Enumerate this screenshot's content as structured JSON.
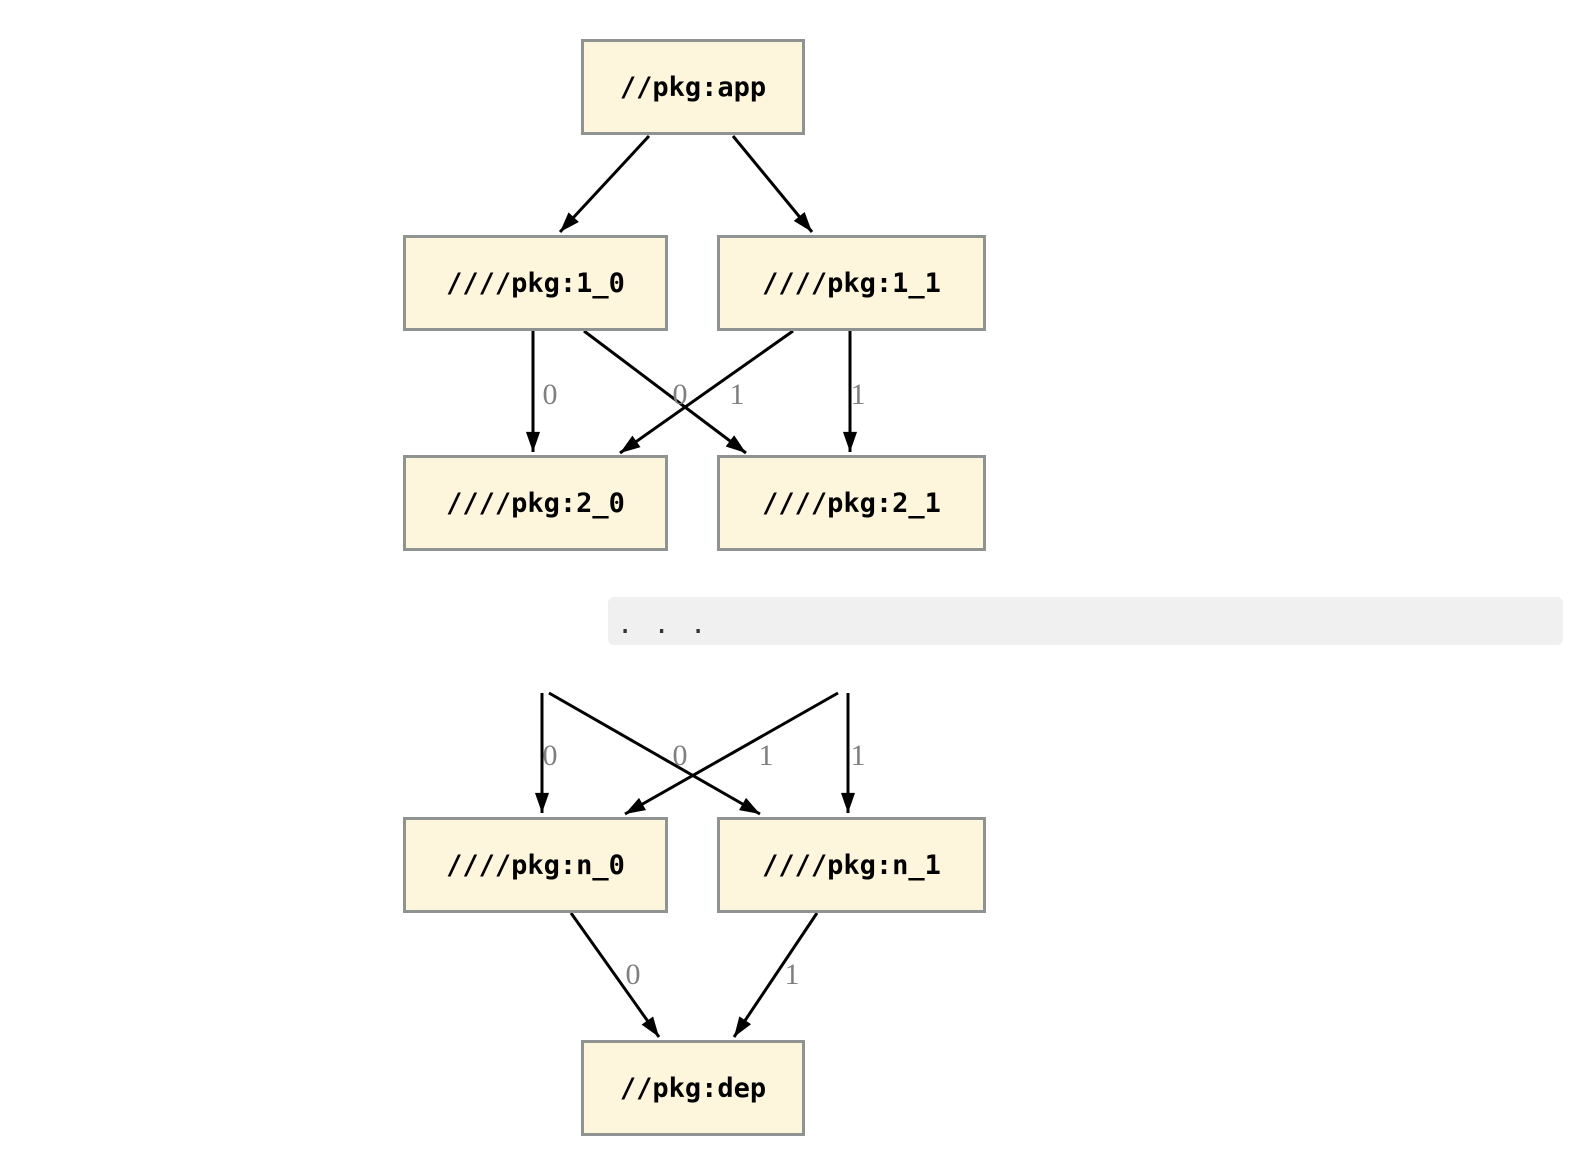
{
  "diagram": {
    "type": "dependency-graph",
    "nodes": [
      {
        "id": "app",
        "label": "//pkg:app"
      },
      {
        "id": "1_0",
        "label": "////pkg:1_0"
      },
      {
        "id": "1_1",
        "label": "////pkg:1_1"
      },
      {
        "id": "2_0",
        "label": "////pkg:2_0"
      },
      {
        "id": "2_1",
        "label": "////pkg:2_1"
      },
      {
        "id": "n_0",
        "label": "////pkg:n_0"
      },
      {
        "id": "n_1",
        "label": "////pkg:n_1"
      },
      {
        "id": "dep",
        "label": "//pkg:dep"
      }
    ],
    "ellipsis": ". . .",
    "edges": [
      {
        "from": "app",
        "to": "1_0",
        "label": ""
      },
      {
        "from": "app",
        "to": "1_1",
        "label": ""
      },
      {
        "from": "1_0",
        "to": "2_0",
        "label": "0"
      },
      {
        "from": "1_0",
        "to": "2_1",
        "label": "1"
      },
      {
        "from": "1_1",
        "to": "2_0",
        "label": "0"
      },
      {
        "from": "1_1",
        "to": "2_1",
        "label": "1"
      },
      {
        "from": "ellipsis",
        "to": "n_0",
        "label": "0"
      },
      {
        "from": "ellipsis",
        "to": "n_1",
        "label": "1"
      },
      {
        "from": "ellipsis",
        "to": "n_0",
        "label": "0"
      },
      {
        "from": "ellipsis",
        "to": "n_1",
        "label": "1"
      },
      {
        "from": "n_0",
        "to": "dep",
        "label": "0"
      },
      {
        "from": "n_1",
        "to": "dep",
        "label": "1"
      }
    ]
  },
  "colors": {
    "background": "#ffffff",
    "node_fill": "#fdf5dc",
    "node_border": "#8f9391",
    "node_text": "#000000",
    "edge": "#000000",
    "edge_label": "#7f7f7f",
    "band_bg": "#f0f0f0",
    "ellipsis_text": "#333333"
  }
}
